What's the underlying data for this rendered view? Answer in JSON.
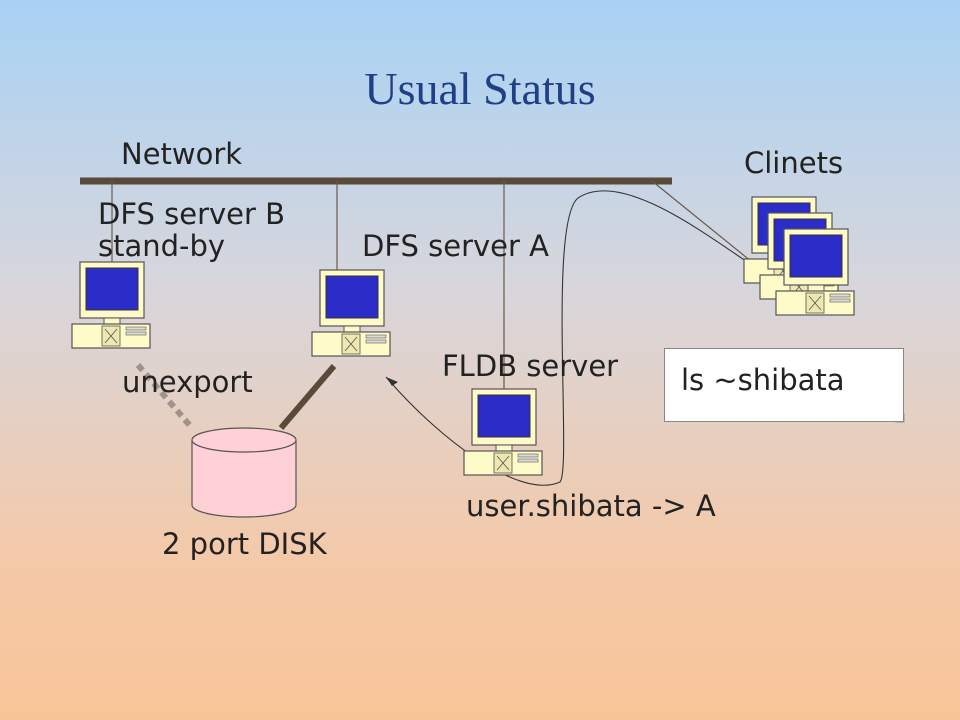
{
  "slide": {
    "title": "Usual Status"
  },
  "labels": {
    "network": "Network",
    "clients": "Clinets",
    "server_b_line1": "DFS server B",
    "server_b_line2": "stand-by",
    "server_a": "DFS server A",
    "fldb": "FLDB server",
    "unexport": "unexport",
    "disk": "2 port DISK",
    "mapping": "user.shibata -> A"
  },
  "note": {
    "text": "ls ~shibata"
  },
  "colors": {
    "title": "#1f3f86",
    "network_bus": "#5a4a3a",
    "monitor_case": "#fffbc8",
    "screen": "#2c2cc8",
    "disk_fill": "#ffd0d6",
    "unexport_dash": "#a0948a"
  }
}
